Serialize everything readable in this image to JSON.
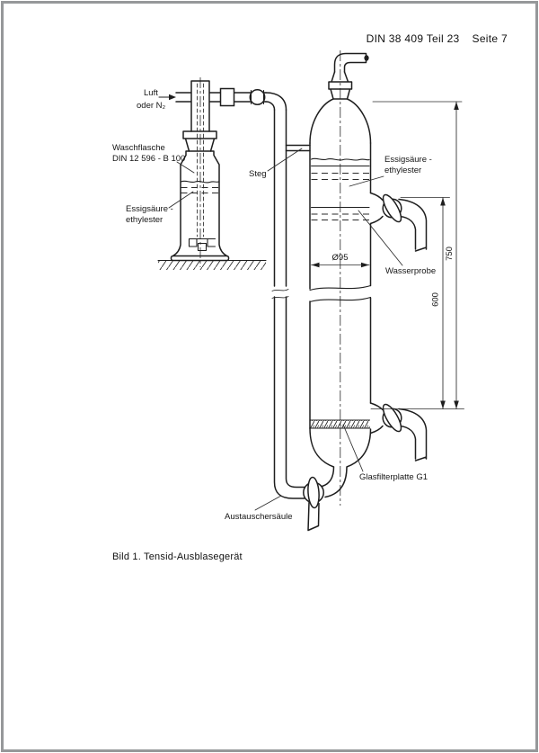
{
  "page": {
    "header": {
      "standard": "DIN 38 409 Teil 23",
      "page_label": "Seite 7"
    },
    "caption": "Bild 1. Tensid-Ausblasegerät"
  },
  "diagram": {
    "labels": {
      "gas_inlet_line1": "Luft",
      "gas_inlet_line2": "oder N₂",
      "wash_bottle_line1": "Waschflasche",
      "wash_bottle_line2": "DIN 12 596 - B 100",
      "ester_left_line1": "Essigsäure -",
      "ester_left_line2": "ethylester",
      "bridge": "Steg",
      "ester_right_line1": "Essigsäure -",
      "ester_right_line2": "ethylester",
      "water_sample": "Wasserprobe",
      "diameter": "Ø95",
      "dim_total_height": "750",
      "dim_upper_height": "600",
      "filter_plate": "Glasfilterplatte G1",
      "exchange_column": "Austauschersäule"
    },
    "colors": {
      "ink": "#1e1e1e",
      "paper": "#ffffff",
      "scan_border": "#96989a"
    }
  }
}
